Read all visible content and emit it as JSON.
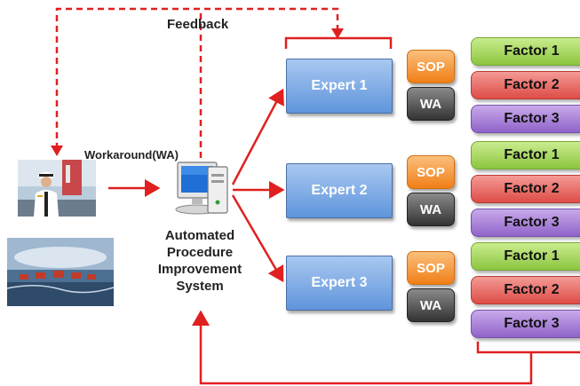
{
  "diagram": {
    "feedback_label": "Feedback",
    "workaround_label": "Workaround(WA)",
    "system_label_lines": [
      "Automated",
      "Procedure",
      "Improvement",
      "System"
    ],
    "experts": [
      {
        "label": "Expert 1",
        "sop": "SOP",
        "wa": "WA",
        "factors": [
          "Factor 1",
          "Factor 2",
          "Factor 3"
        ]
      },
      {
        "label": "Expert 2",
        "sop": "SOP",
        "wa": "WA",
        "factors": [
          "Factor 1",
          "Factor 2",
          "Factor 3"
        ]
      },
      {
        "label": "Expert 3",
        "sop": "SOP",
        "wa": "WA",
        "factors": [
          "Factor 1",
          "Factor 2",
          "Factor 3"
        ]
      }
    ],
    "images": [
      "ship-captain-photo",
      "ships-at-sea-photo",
      "computer-icon"
    ],
    "colors": {
      "arrow": "#e02020",
      "expert": "#5f95dc",
      "sop": "#f07f17",
      "wa": "#333333",
      "factor1": "#8cc63f",
      "factor2": "#de4c46",
      "factor3": "#8f63c9"
    }
  }
}
